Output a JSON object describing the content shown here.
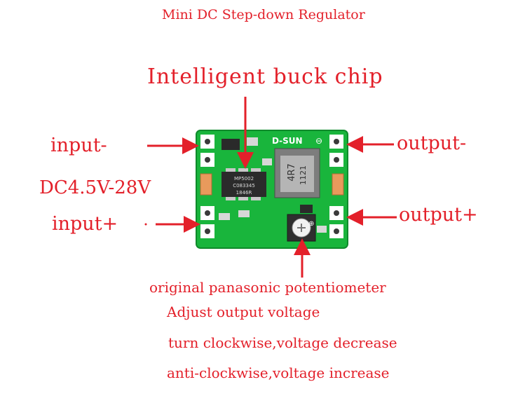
{
  "title": "Mini DC Step-down Regulator",
  "chip_label": "Intelligent buck chip",
  "input_minus": "input-",
  "input_range": "DC4.5V-28V",
  "input_plus": "input+",
  "output_minus": "output-",
  "output_plus": "output+",
  "pot_label": "original panasonic potentiometer",
  "notes": [
    "Adjust output voltage",
    "turn clockwise,voltage decrease",
    "anti-clockwise,voltage increase"
  ],
  "board": {
    "brand": "D-SUN",
    "minus_symbol": "⊖",
    "plus_symbol": "⊕",
    "chip_marking": [
      "MP5002",
      "C083345",
      "1846R"
    ],
    "inductor_marking": [
      "4R7",
      "1121"
    ]
  },
  "colors": {
    "annotation": "#e3202a",
    "pcb": "#19b53c"
  }
}
